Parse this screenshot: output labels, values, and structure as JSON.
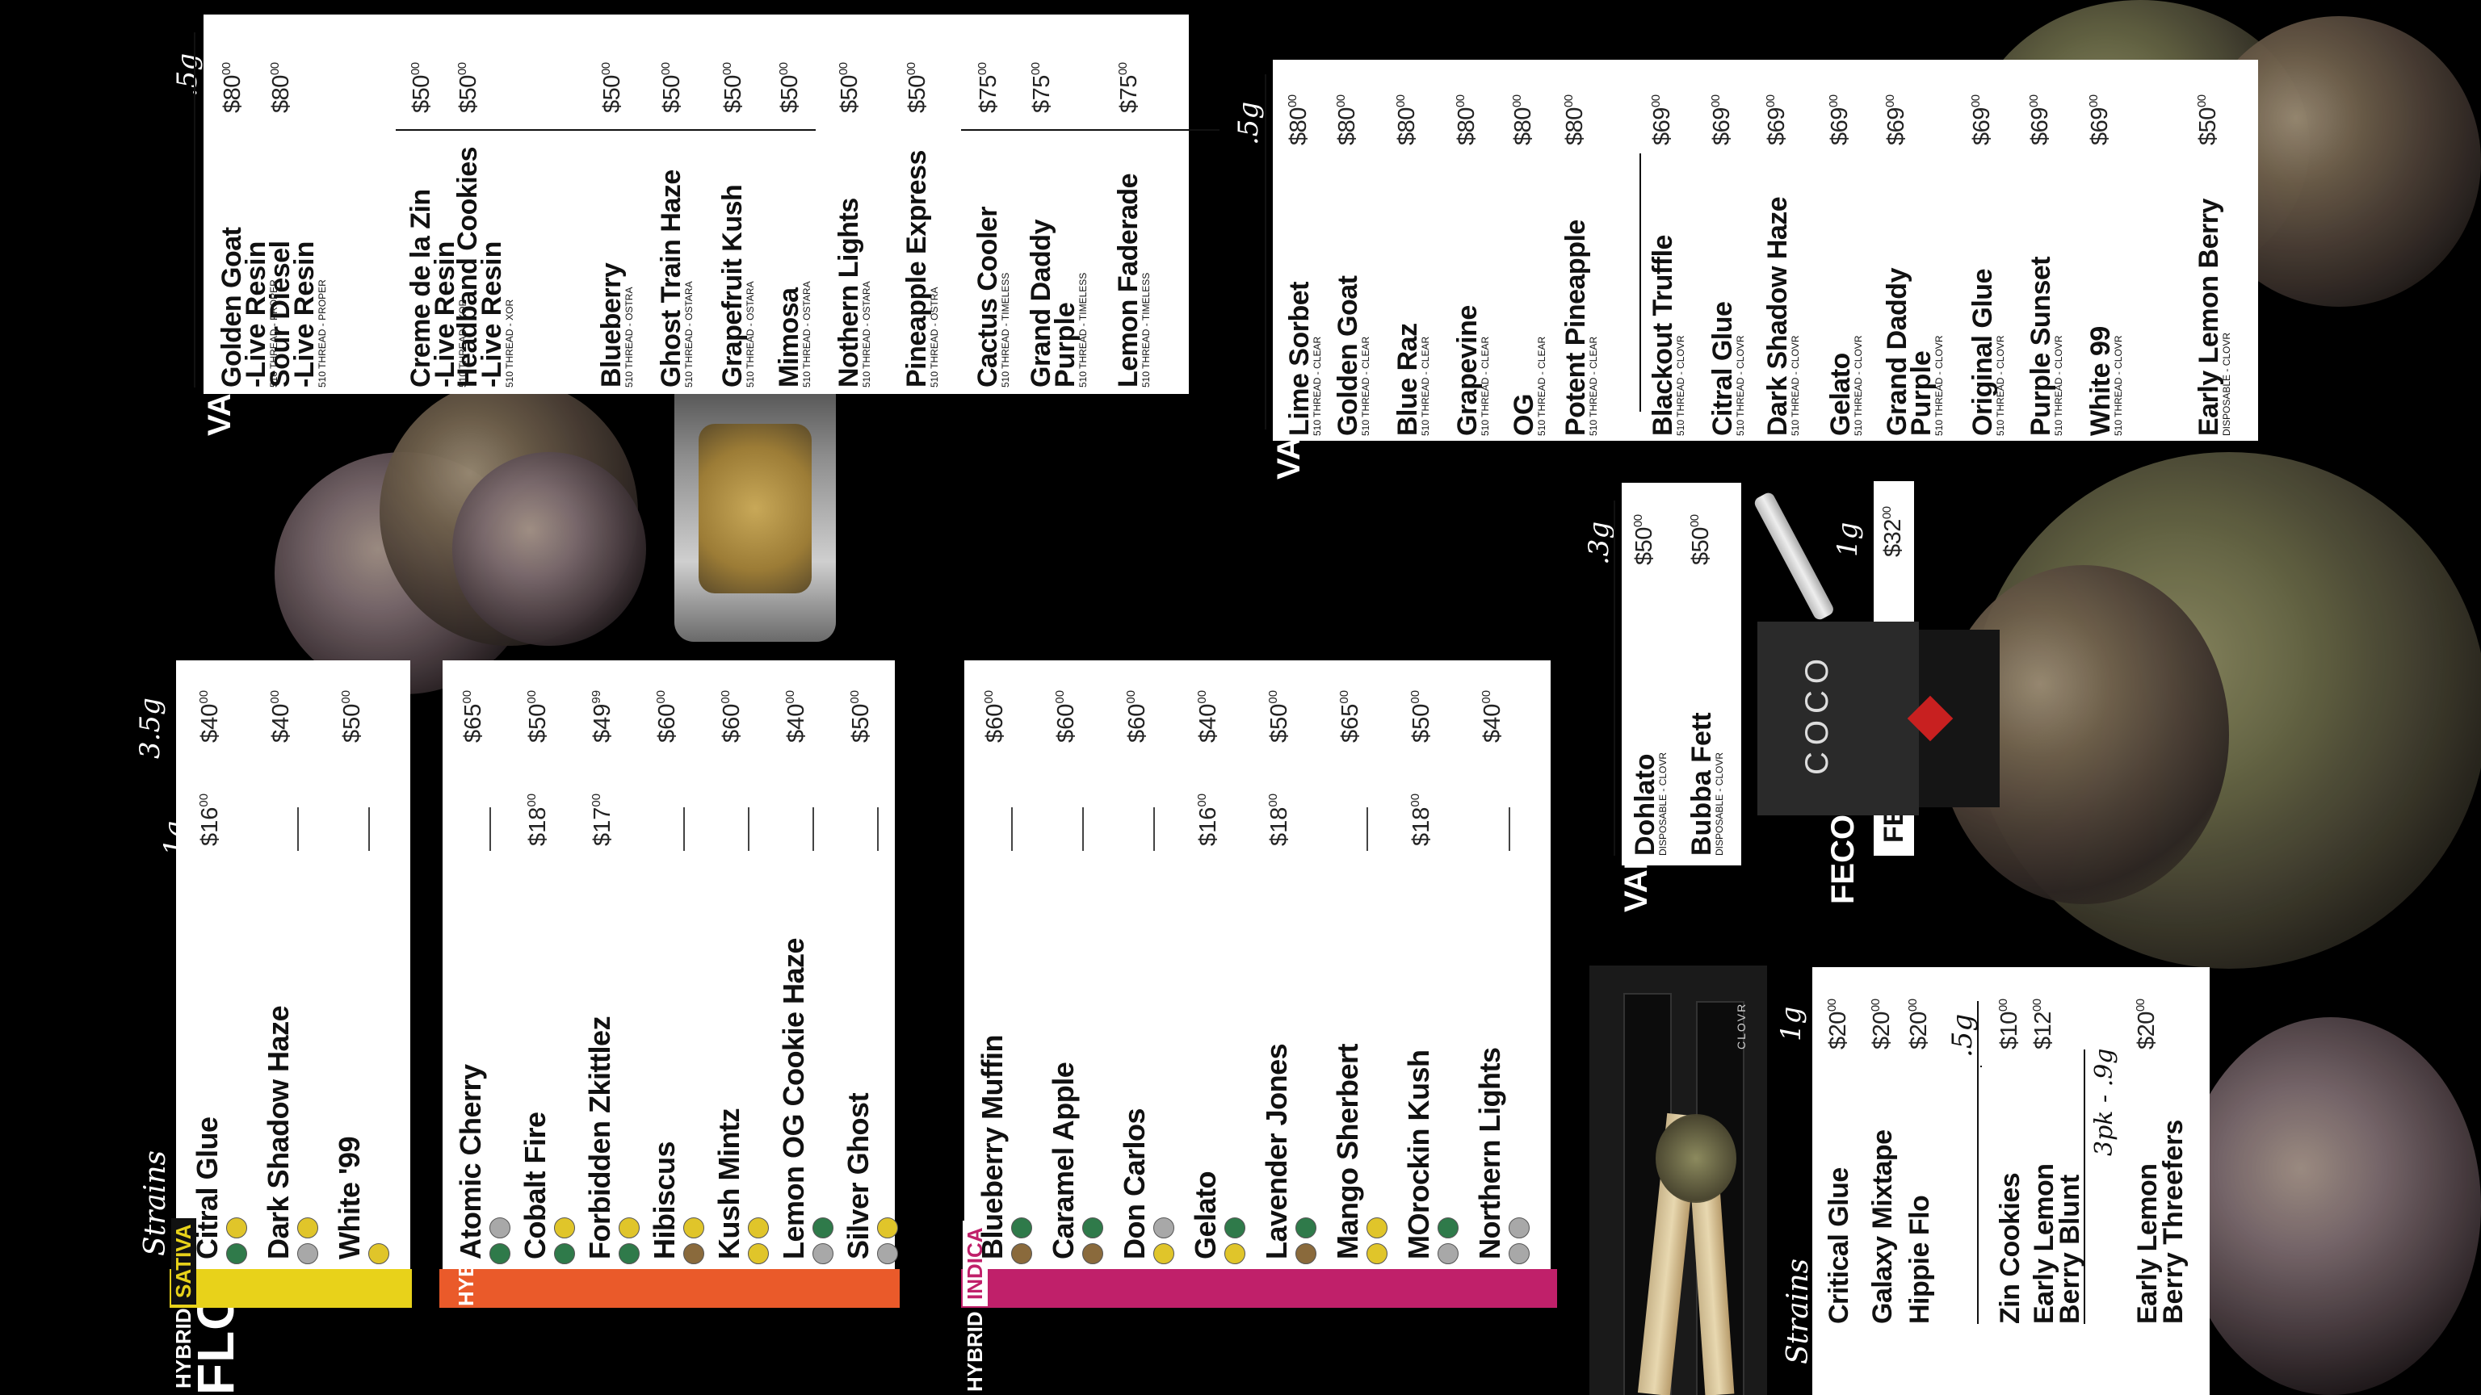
{
  "flower": {
    "title": "FLOWER",
    "strains_label": "Strains",
    "size_1g": "1g",
    "size_35g": "3.5g",
    "sativa_band": {
      "a": "SATIVA",
      "b": "HYBRID",
      "color": "#e8d21a"
    },
    "hybrid_band": {
      "a": "HYBRID",
      "color": "#ea5a2a"
    },
    "indica_band": {
      "a": "INDICA",
      "b": "HYBRID",
      "color": "#c0206a"
    },
    "sativa": [
      {
        "name": "Citral Glue",
        "p1": "$16",
        "p1c": "00",
        "p2": "$40",
        "p2c": "00"
      },
      {
        "name": "Dark Shadow Haze",
        "p1": "—",
        "p2": "$40",
        "p2c": "00"
      },
      {
        "name": "White '99",
        "p1": "—",
        "p2": "$50",
        "p2c": "00"
      }
    ],
    "hybrid": [
      {
        "name": "Atomic Cherry",
        "p1": "—",
        "p2": "$65",
        "p2c": "00"
      },
      {
        "name": "Cobalt Fire",
        "p1": "$18",
        "p1c": "00",
        "p2": "$50",
        "p2c": "00"
      },
      {
        "name": "Forbidden Zkittlez",
        "p1": "$17",
        "p1c": "00",
        "p2": "$49",
        "p2c": "99"
      },
      {
        "name": "Hibiscus",
        "p1": "—",
        "p2": "$60",
        "p2c": "00"
      },
      {
        "name": "Kush Mintz",
        "p1": "—",
        "p2": "$60",
        "p2c": "00"
      },
      {
        "name": "Lemon OG Cookie Haze",
        "p1": "—",
        "p2": "$40",
        "p2c": "00"
      },
      {
        "name": "Silver Ghost",
        "p1": "—",
        "p2": "$50",
        "p2c": "00"
      }
    ],
    "indica": [
      {
        "name": "Blueberry Muffin",
        "p1": "—",
        "p2": "$60",
        "p2c": "00"
      },
      {
        "name": "Caramel Apple",
        "p1": "—",
        "p2": "$60",
        "p2c": "00"
      },
      {
        "name": "Don Carlos",
        "p1": "—",
        "p2": "$60",
        "p2c": "00"
      },
      {
        "name": "Gelato",
        "p1": "$16",
        "p1c": "00",
        "p2": "$40",
        "p2c": "00"
      },
      {
        "name": "Lavender Jones",
        "p1": "$18",
        "p1c": "00",
        "p2": "$50",
        "p2c": "00"
      },
      {
        "name": "Mango Sherbert",
        "p1": "—",
        "p2": "$65",
        "p2c": "00"
      },
      {
        "name": "MOrockin Kush",
        "p1": "$18",
        "p1c": "00",
        "p2": "$50",
        "p2c": "00"
      },
      {
        "name": "Northern Lights",
        "p1": "—",
        "p2": "$40",
        "p2c": "00"
      }
    ]
  },
  "vape_left": {
    "title": "VAPE",
    "size": ".5g",
    "items": [
      {
        "name": "Golden Goat",
        "name2": "-Live Resin",
        "sub": "510 THREAD - PROPER",
        "price": "$80",
        "c": "00"
      },
      {
        "name": "Sour Diesel",
        "name2": "-Live Resin",
        "sub": "510 THREAD - PROPER",
        "price": "$80",
        "c": "00"
      },
      {
        "name": "Creme de la Zin",
        "name2": "-Live Resin",
        "sub": "510 THREAD - XOR",
        "price": "$50",
        "c": "00"
      },
      {
        "name": "Headband Cookies",
        "name2": "-Live Resin",
        "sub": "510 THREAD - XOR",
        "price": "$50",
        "c": "00"
      },
      {
        "name": "Blueberry",
        "sub": "510 THREAD - OSTRA",
        "price": "$50",
        "c": "00"
      },
      {
        "name": "Ghost Train Haze",
        "sub": "510 THREAD - OSTARA",
        "price": "$50",
        "c": "00"
      },
      {
        "name": "Grapefruit Kush",
        "sub": "510 THREAD - OSTARA",
        "price": "$50",
        "c": "00"
      },
      {
        "name": "Mimosa",
        "sub": "510 THREAD - OSTARA",
        "price": "$50",
        "c": "00"
      },
      {
        "name": "Nothern Lights",
        "sub": "510 THREAD - OSTARA",
        "price": "$50",
        "c": "00"
      },
      {
        "name": "Pineapple Express",
        "sub": "510 THREAD - OSTRA",
        "price": "$50",
        "c": "00"
      },
      {
        "name": "Cactus Cooler",
        "sub": "510 THREAD - TIMELESS",
        "price": "$75",
        "c": "00"
      },
      {
        "name": "Grand Daddy",
        "name2": "Purple",
        "sub": "510 THREAD - TIMELESS",
        "price": "$75",
        "c": "00"
      },
      {
        "name": "Lemon Faderade",
        "sub": "510 THREAD - TIMELESS",
        "price": "$75",
        "c": "00"
      }
    ]
  },
  "vape_right": {
    "title": "VAPE",
    "size": ".5g",
    "size2": ".3g",
    "items": [
      {
        "name": "Lime Sorbet",
        "sub": "510 THREAD - CLEAR",
        "price": "$80",
        "c": "00"
      },
      {
        "name": "Golden Goat",
        "sub": "510 THREAD - CLEAR",
        "price": "$80",
        "c": "00"
      },
      {
        "name": "Blue Raz",
        "sub": "510 THREAD - CLEAR",
        "price": "$80",
        "c": "00"
      },
      {
        "name": "Grapevine",
        "sub": "510 THREAD - CLEAR",
        "price": "$80",
        "c": "00"
      },
      {
        "name": "OG",
        "sub": "510 THREAD - CLEAR",
        "price": "$80",
        "c": "00"
      },
      {
        "name": "Potent Pineapple",
        "sub": "510 THREAD - CLEAR",
        "price": "$80",
        "c": "00"
      },
      {
        "name": "Blackout Truffle",
        "sub": "510 THREAD - CLOVR",
        "price": "$69",
        "c": "00"
      },
      {
        "name": "Citral Glue",
        "sub": "510 THREAD - CLOVR",
        "price": "$69",
        "c": "00"
      },
      {
        "name": "Dark Shadow Haze",
        "sub": "510 THREAD - CLOVR",
        "price": "$69",
        "c": "00"
      },
      {
        "name": "Gelato",
        "sub": "510 THREAD - CLOVR",
        "price": "$69",
        "c": "00"
      },
      {
        "name": "Grand Daddy",
        "name2": "Purple",
        "sub": "510 THREAD - CLOVR",
        "price": "$69",
        "c": "00"
      },
      {
        "name": "Original Glue",
        "sub": "510 THREAD - CLOVR",
        "price": "$69",
        "c": "00"
      },
      {
        "name": "Purple Sunset",
        "sub": "510 THREAD - CLOVR",
        "price": "$69",
        "c": "00"
      },
      {
        "name": "White 99",
        "sub": "510 THREAD - CLOVR",
        "price": "$69",
        "c": "00"
      },
      {
        "name": "Early Lemon Berry",
        "sub": "DISPOSABLE - CLOVR",
        "price": "$50",
        "c": "00"
      }
    ]
  },
  "vape_small": {
    "title": "VAPE",
    "size": ".3g",
    "items": [
      {
        "name": "Dohlato",
        "sub": "DISPOSABLE - CLOVR",
        "price": "$50",
        "c": "00"
      },
      {
        "name": "Bubba Fett",
        "sub": "DISPOSABLE - CLOVR",
        "price": "$50",
        "c": "00"
      }
    ]
  },
  "feco": {
    "title": "FECO",
    "size": "1g",
    "name": "FECO/RSO",
    "price": "$32",
    "c": "00",
    "pkg": "COCO"
  },
  "preroll": {
    "title": "PREROLL",
    "strains_label": "Strains",
    "size": "1g",
    "size2": ".5g",
    "size3": "3pk - .9g",
    "items": [
      {
        "name": "Critical Glue",
        "price": "$20",
        "c": "00"
      },
      {
        "name": "Galaxy Mixtape",
        "price": "$20",
        "c": "00"
      },
      {
        "name": "Hippie Flo",
        "price": "$20",
        "c": "00"
      },
      {
        "name": "Zin Cookies",
        "price": "$10",
        "c": "00"
      },
      {
        "name": "Early Lemon",
        "name2": "Berry Blunt",
        "price": "$12",
        "c": "00"
      },
      {
        "name": "Early Lemon",
        "name2": "Berry Threefers",
        "price": "$20",
        "c": "00"
      }
    ],
    "pkg": "CLOVR"
  }
}
